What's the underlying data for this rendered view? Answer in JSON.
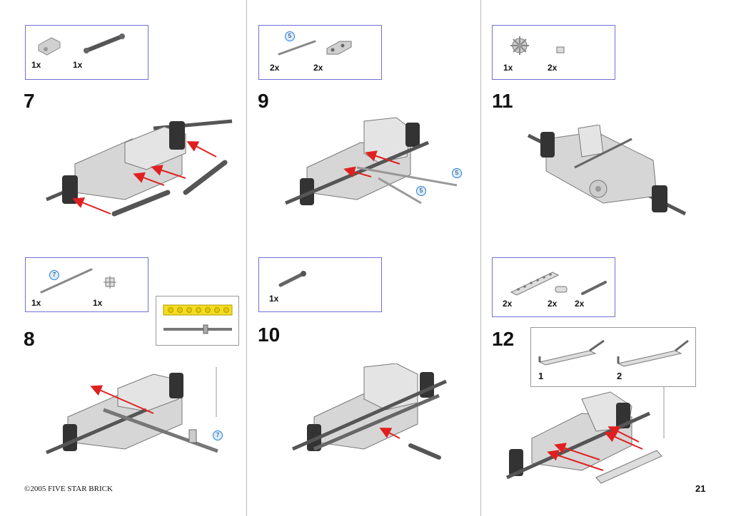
{
  "steps": [
    {
      "number": "7",
      "parts": [
        {
          "qty": "1x"
        },
        {
          "qty": "1x"
        }
      ]
    },
    {
      "number": "8",
      "parts": [
        {
          "qty": "1x",
          "badge": "7"
        },
        {
          "qty": "1x"
        }
      ]
    },
    {
      "number": "9",
      "parts": [
        {
          "qty": "2x",
          "badge": "5"
        },
        {
          "qty": "2x"
        }
      ],
      "badges": [
        "5",
        "5"
      ]
    },
    {
      "number": "10",
      "parts": [
        {
          "qty": "1x"
        }
      ]
    },
    {
      "number": "11",
      "parts": [
        {
          "qty": "1x"
        },
        {
          "qty": "2x"
        }
      ]
    },
    {
      "number": "12",
      "parts": [
        {
          "qty": "2x"
        },
        {
          "qty": "2x"
        },
        {
          "qty": "2x"
        }
      ],
      "subassembly": [
        "1",
        "2"
      ]
    }
  ],
  "step8_badge": "7",
  "footer": {
    "copyright": "©2005 FIVE STAR BRICK",
    "page_number": "21"
  },
  "colors": {
    "frame": "#7070d8",
    "arrow": "#e02020",
    "part_light": "#d8d8d8",
    "part_dark": "#444444",
    "badge": "#2a7ad8",
    "plate": "#f3dd20"
  }
}
